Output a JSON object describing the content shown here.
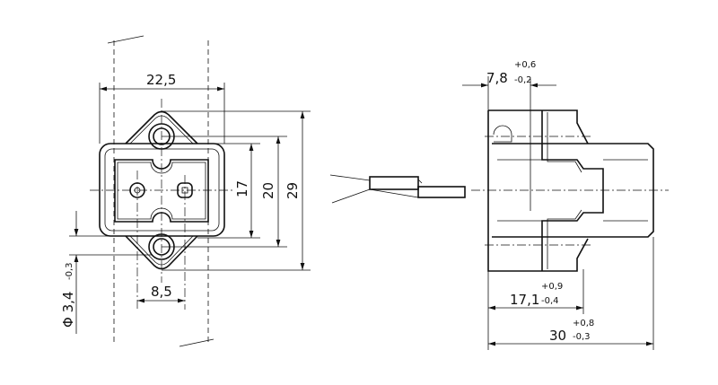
{
  "front_view": {
    "dims": {
      "width": "22,5",
      "inner_height": "17",
      "hole_spacing": "20",
      "overall_height": "29",
      "pin_spacing": "8,5",
      "hole_diameter": "Φ 3,4",
      "hole_diameter_tol": "-0,3"
    }
  },
  "side_view": {
    "dims": {
      "flange": "7,8",
      "flange_tol_plus": "+0,6",
      "flange_tol_minus": "-0,2",
      "body": "17,1",
      "body_tol_plus": "+0,9",
      "body_tol_minus": "-0,4",
      "length": "30",
      "length_tol_plus": "+0,8",
      "length_tol_minus": "-0,3"
    }
  }
}
